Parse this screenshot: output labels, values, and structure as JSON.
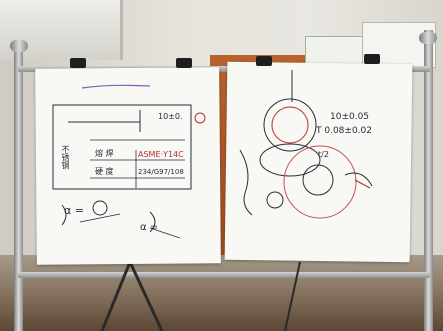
{
  "scene": {
    "description_icons": [
      "flipchart-easel",
      "paper-sheet",
      "binder-clip"
    ]
  },
  "left_sheet": {
    "header_scribble": "",
    "line1_value": "10±0.",
    "row1_label": "不锈钢",
    "row1_mid": "熔 焊",
    "row1_right": "ASME·Y14C",
    "row2_mid": "硬 度",
    "row2_right": "234/G97/108",
    "formula_alpha": "α = ",
    "formula_frac": "α = "
  },
  "right_sheet": {
    "dim1": "10±0.05",
    "dim2": "T 0.08±0.02",
    "note": "t/2"
  },
  "colors": {
    "ink": "#2a2a3a",
    "red_ink": "#b03030",
    "paper": "#f8f8f5"
  }
}
